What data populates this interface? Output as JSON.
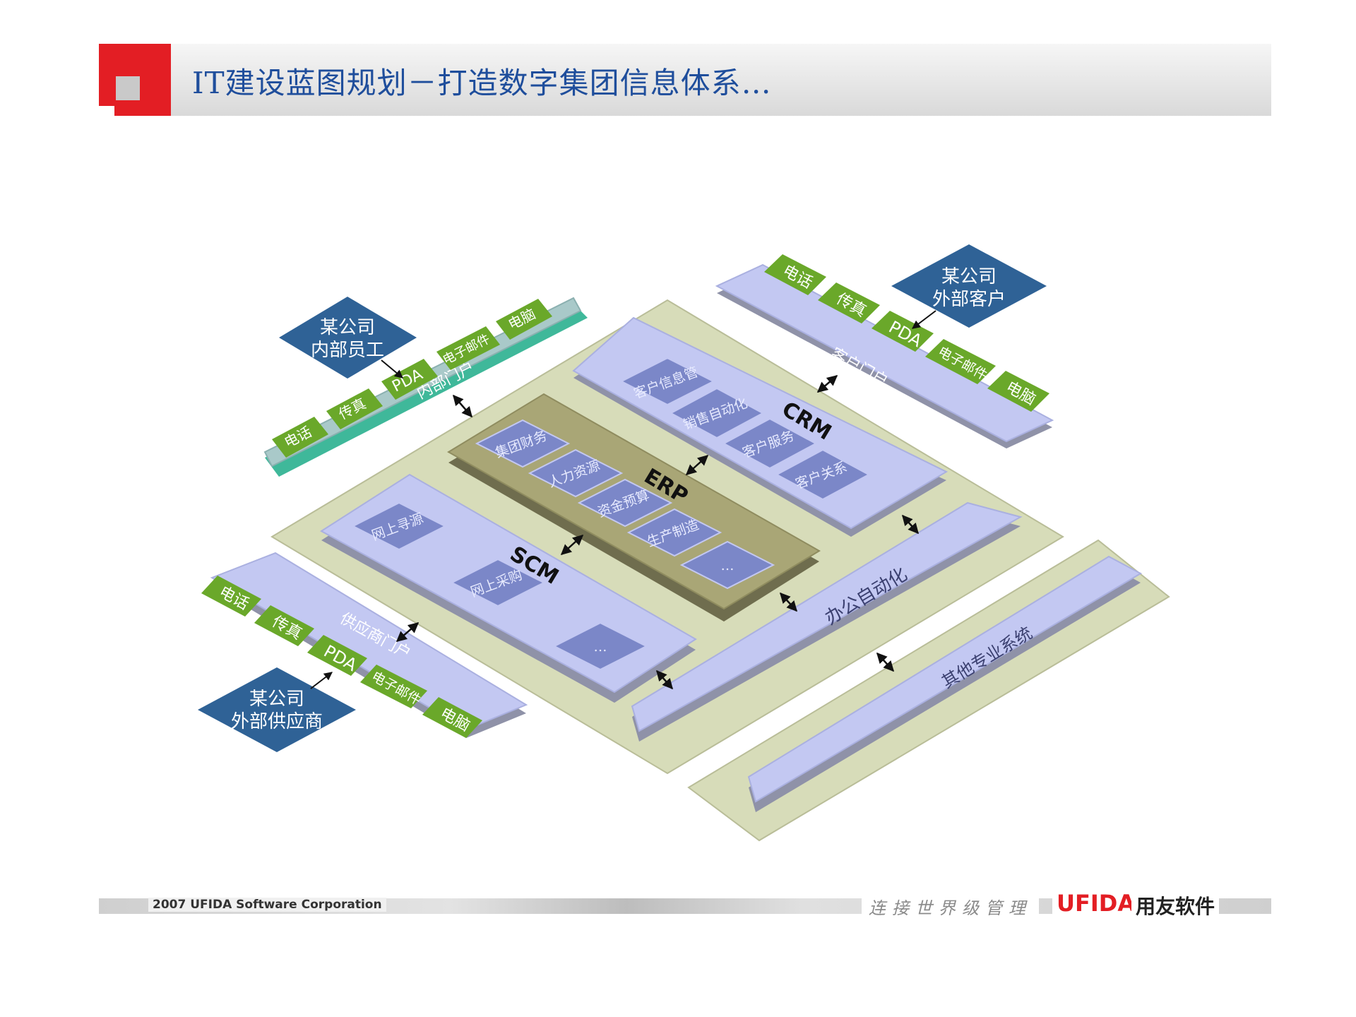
{
  "header": {
    "title": "IT建设蓝图规划－打造数字集团信息体系…"
  },
  "diagram": {
    "crm": {
      "title": "CRM",
      "modules": [
        "客户信息管",
        "销售自动化",
        "客户服务",
        "客户关系"
      ]
    },
    "erp": {
      "title": "ERP",
      "modules": [
        "集团财务",
        "人力资源",
        "资金预算",
        "生产制造",
        "…"
      ]
    },
    "scm": {
      "title": "SCM",
      "modules": [
        "网上寻源",
        "网上采购",
        "…"
      ]
    },
    "office": {
      "label": "办公自动化"
    },
    "other": {
      "label": "其他专业系统"
    },
    "internal": {
      "portal": "内部门户",
      "actor_line1": "某公司",
      "actor_line2": "内部员工",
      "channels": [
        "电话",
        "传真",
        "PDA",
        "电子邮件",
        "电脑"
      ]
    },
    "customer": {
      "portal": "客户门户",
      "actor_line1": "某公司",
      "actor_line2": "外部客户",
      "channels": [
        "电话",
        "传真",
        "PDA",
        "电子邮件",
        "电脑"
      ]
    },
    "supplier": {
      "portal": "供应商门户",
      "actor_line1": "某公司",
      "actor_line2": "外部供应商",
      "channels": [
        "电话",
        "传真",
        "PDA",
        "电子邮件",
        "电脑"
      ]
    },
    "colors": {
      "platform": "#d7dcb9",
      "module_panel": "#c3c8f2",
      "module_box": "#7b87c8",
      "erp_panel": "#a9a676",
      "channel": "#6aa82a",
      "actor": "#2f6296"
    }
  },
  "footer": {
    "copyright": "2007 UFIDA Software Corporation",
    "slogan": "连接世界级管理",
    "brand": "UFIDA",
    "brand_cn": "用友软件"
  }
}
